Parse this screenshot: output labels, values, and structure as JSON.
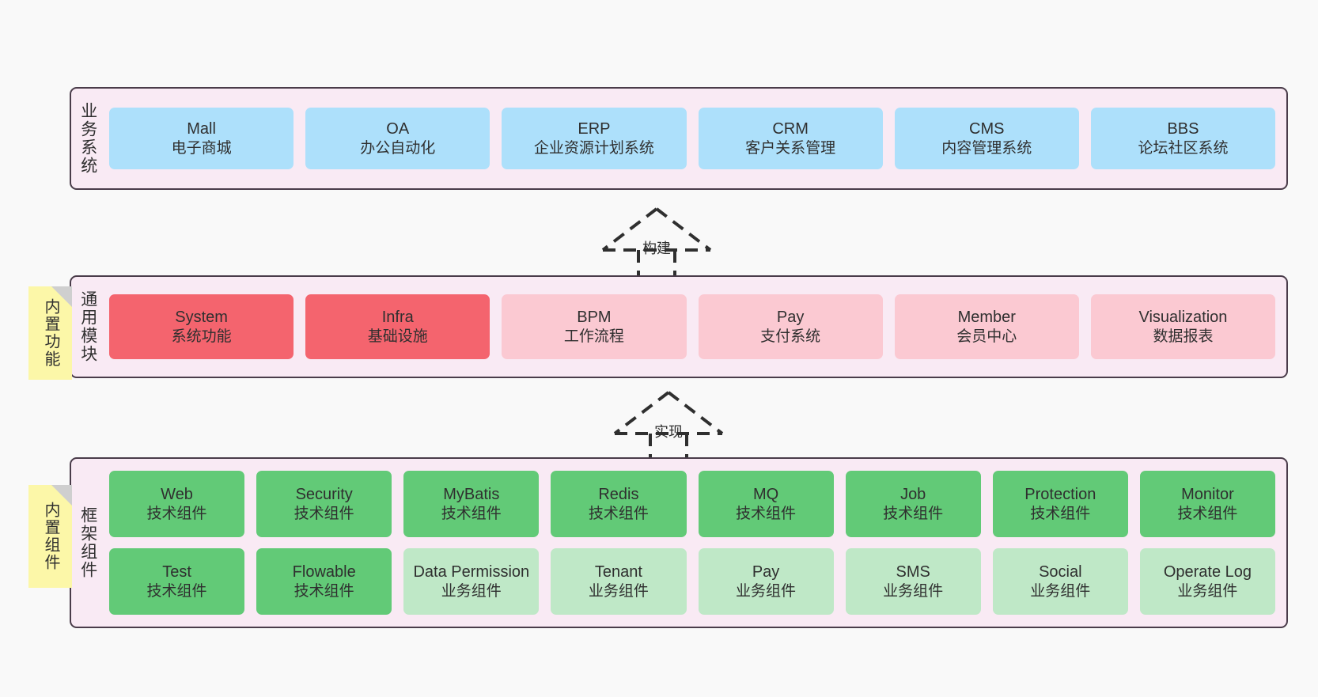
{
  "diagram": {
    "background_color": "#f9f9f9",
    "panel_color": "#f9eaf4",
    "panel_border_color": "#4a3c4a",
    "sticky_color": "#fcf7a8"
  },
  "layers": [
    {
      "id": "business-system",
      "title": "业务系统",
      "sticky": null,
      "rows": [
        {
          "cards": [
            {
              "en": "Mall",
              "cn": "电子商城",
              "color": "#ade0fb",
              "style": "blue"
            },
            {
              "en": "OA",
              "cn": "办公自动化",
              "color": "#ade0fb",
              "style": "blue"
            },
            {
              "en": "ERP",
              "cn": "企业资源计划系统",
              "color": "#ade0fb",
              "style": "blue"
            },
            {
              "en": "CRM",
              "cn": "客户关系管理",
              "color": "#ade0fb",
              "style": "blue"
            },
            {
              "en": "CMS",
              "cn": "内容管理系统",
              "color": "#ade0fb",
              "style": "blue"
            },
            {
              "en": "BBS",
              "cn": "论坛社区系统",
              "color": "#ade0fb",
              "style": "blue"
            }
          ]
        }
      ]
    },
    {
      "id": "common-module",
      "title": "通用模块",
      "sticky": "内置功能",
      "rows": [
        {
          "cards": [
            {
              "en": "System",
              "cn": "系统功能",
              "color": "#f4646e",
              "style": "red"
            },
            {
              "en": "Infra",
              "cn": "基础设施",
              "color": "#f4646e",
              "style": "red"
            },
            {
              "en": "BPM",
              "cn": "工作流程",
              "color": "#fbc9d2",
              "style": "pink"
            },
            {
              "en": "Pay",
              "cn": "支付系统",
              "color": "#fbc9d2",
              "style": "pink"
            },
            {
              "en": "Member",
              "cn": "会员中心",
              "color": "#fbc9d2",
              "style": "pink"
            },
            {
              "en": "Visualization",
              "cn": "数据报表",
              "color": "#fbc9d2",
              "style": "pink"
            }
          ]
        }
      ]
    },
    {
      "id": "framework-component",
      "title": "框架组件",
      "sticky": "内置组件",
      "rows": [
        {
          "cards": [
            {
              "en": "Web",
              "cn": "技术组件",
              "color": "#62ca77",
              "style": "green"
            },
            {
              "en": "Security",
              "cn": "技术组件",
              "color": "#62ca77",
              "style": "green"
            },
            {
              "en": "MyBatis",
              "cn": "技术组件",
              "color": "#62ca77",
              "style": "green"
            },
            {
              "en": "Redis",
              "cn": "技术组件",
              "color": "#62ca77",
              "style": "green"
            },
            {
              "en": "MQ",
              "cn": "技术组件",
              "color": "#62ca77",
              "style": "green"
            },
            {
              "en": "Job",
              "cn": "技术组件",
              "color": "#62ca77",
              "style": "green"
            },
            {
              "en": "Protection",
              "cn": "技术组件",
              "color": "#62ca77",
              "style": "green"
            },
            {
              "en": "Monitor",
              "cn": "技术组件",
              "color": "#62ca77",
              "style": "green"
            }
          ]
        },
        {
          "cards": [
            {
              "en": "Test",
              "cn": "技术组件",
              "color": "#62ca77",
              "style": "green"
            },
            {
              "en": "Flowable",
              "cn": "技术组件",
              "color": "#62ca77",
              "style": "green"
            },
            {
              "en": "Data Permission",
              "cn": "业务组件",
              "color": "#bfe8c7",
              "style": "green-light"
            },
            {
              "en": "Tenant",
              "cn": "业务组件",
              "color": "#bfe8c7",
              "style": "green-light"
            },
            {
              "en": "Pay",
              "cn": "业务组件",
              "color": "#bfe8c7",
              "style": "green-light"
            },
            {
              "en": "SMS",
              "cn": "业务组件",
              "color": "#bfe8c7",
              "style": "green-light"
            },
            {
              "en": "Social",
              "cn": "业务组件",
              "color": "#bfe8c7",
              "style": "green-light"
            },
            {
              "en": "Operate Log",
              "cn": "业务组件",
              "color": "#bfe8c7",
              "style": "green-light"
            }
          ]
        }
      ]
    }
  ],
  "arrows": [
    {
      "id": "build-arrow",
      "label": "构建",
      "from": "common-module",
      "to": "business-system"
    },
    {
      "id": "realize-arrow",
      "label": "实现",
      "from": "framework-component",
      "to": "common-module"
    }
  ]
}
